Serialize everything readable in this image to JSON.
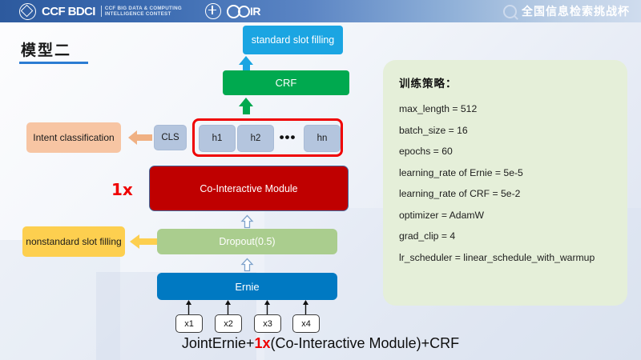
{
  "header": {
    "ccf_word": "CCF BDCI",
    "ccf_sub_line1": "CCF BIG DATA & COMPUTING",
    "ccf_sub_line2": "INTELLIGENCE CONTEST",
    "cqir_word": "IR",
    "right_title": "全国信息检索挑战杯"
  },
  "slide": {
    "title": "模型二",
    "caption_prefix": "JointErnie+",
    "caption_multiplier": "1x",
    "caption_suffix": "(Co-Interactive  Module)+CRF"
  },
  "diagram": {
    "standard_slot_filling": "standard slot filling",
    "crf": "CRF",
    "intent_classification": "Intent classification",
    "cls": "CLS",
    "h1": "h1",
    "h2": "h2",
    "ellipsis": "•••",
    "hn": "hn",
    "co_interactive_module": "Co-Interactive Module",
    "multiplier": "1x",
    "nonstandard_slot_filling": "nonstandard slot filling",
    "dropout": "Dropout(0.5)",
    "ernie": "Ernie",
    "inputs": [
      "x1",
      "x2",
      "x3",
      "x4"
    ]
  },
  "panel": {
    "title": "训练策略：",
    "lines": [
      "max_length = 512",
      "batch_size = 16",
      "epochs = 60",
      "learning_rate of Ernie = 5e-5",
      "learning_rate of CRF = 5e-2",
      "optimizer = AdamW",
      "grad_clip = 4",
      "lr_scheduler = linear_schedule_with_warmup"
    ]
  },
  "colors": {
    "header_blue": "#2d5a9e",
    "accent_blue": "#1ba5e2",
    "crf_green": "#00a94f",
    "module_red": "#bf0000",
    "highlight_red": "#ef0000",
    "intent_peach": "#f7c5a3",
    "slot_yellow": "#fdcf4f",
    "dropout_green": "#aacd8e",
    "ernie_blue": "#0079c2",
    "hidden_state_blue": "#b4c5de",
    "panel_green": "#e5efd9",
    "title_rule_blue": "#2b7cd3"
  }
}
